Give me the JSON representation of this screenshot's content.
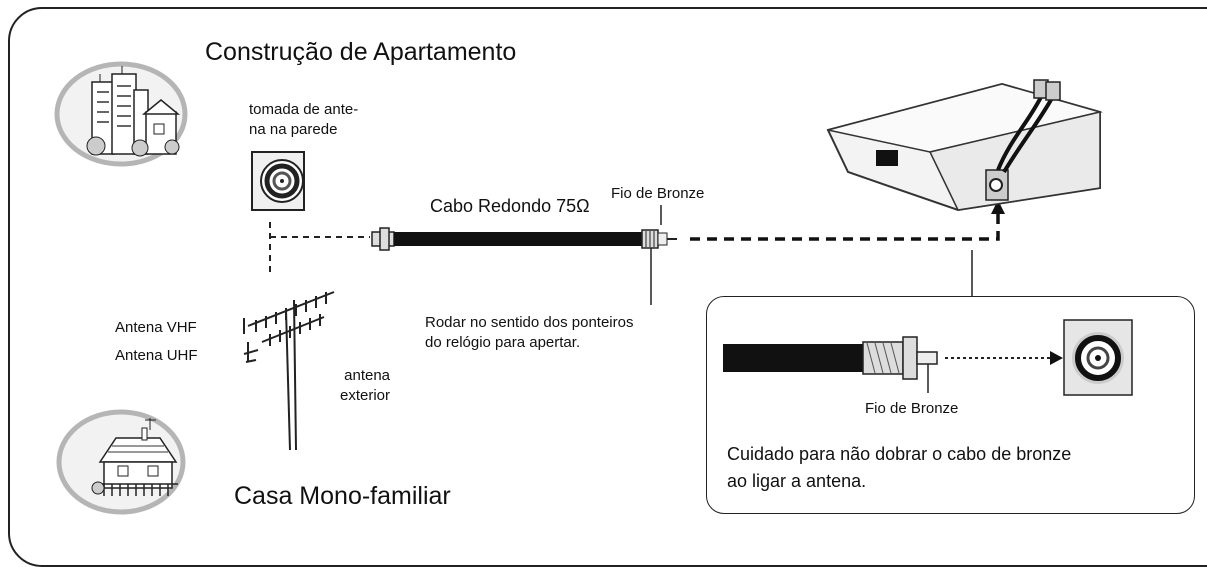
{
  "sections": {
    "apartment_title": "Construção de Apartamento",
    "house_title": "Casa Mono-familiar"
  },
  "labels": {
    "wall_socket": "tomada de ante-\nna na parede",
    "cable": "Cabo Redondo 75Ω",
    "bronze_wire": "Fio de Bronze",
    "rotate": "Rodar no sentido dos ponteiros\ndo relógio para apertar.",
    "vhf": "Antena VHF",
    "uhf": "Antena UHF",
    "outdoor": "antena\nexterior"
  },
  "inset": {
    "bronze_wire": "Fio de Bronze",
    "caution": "Cuidado para não dobrar o cabo de bronze\nao ligar a antena."
  },
  "icons": [
    "apartment-icon",
    "house-icon",
    "wall-socket-icon",
    "antenna-icon",
    "tv-back-icon",
    "coax-cable-icon"
  ]
}
